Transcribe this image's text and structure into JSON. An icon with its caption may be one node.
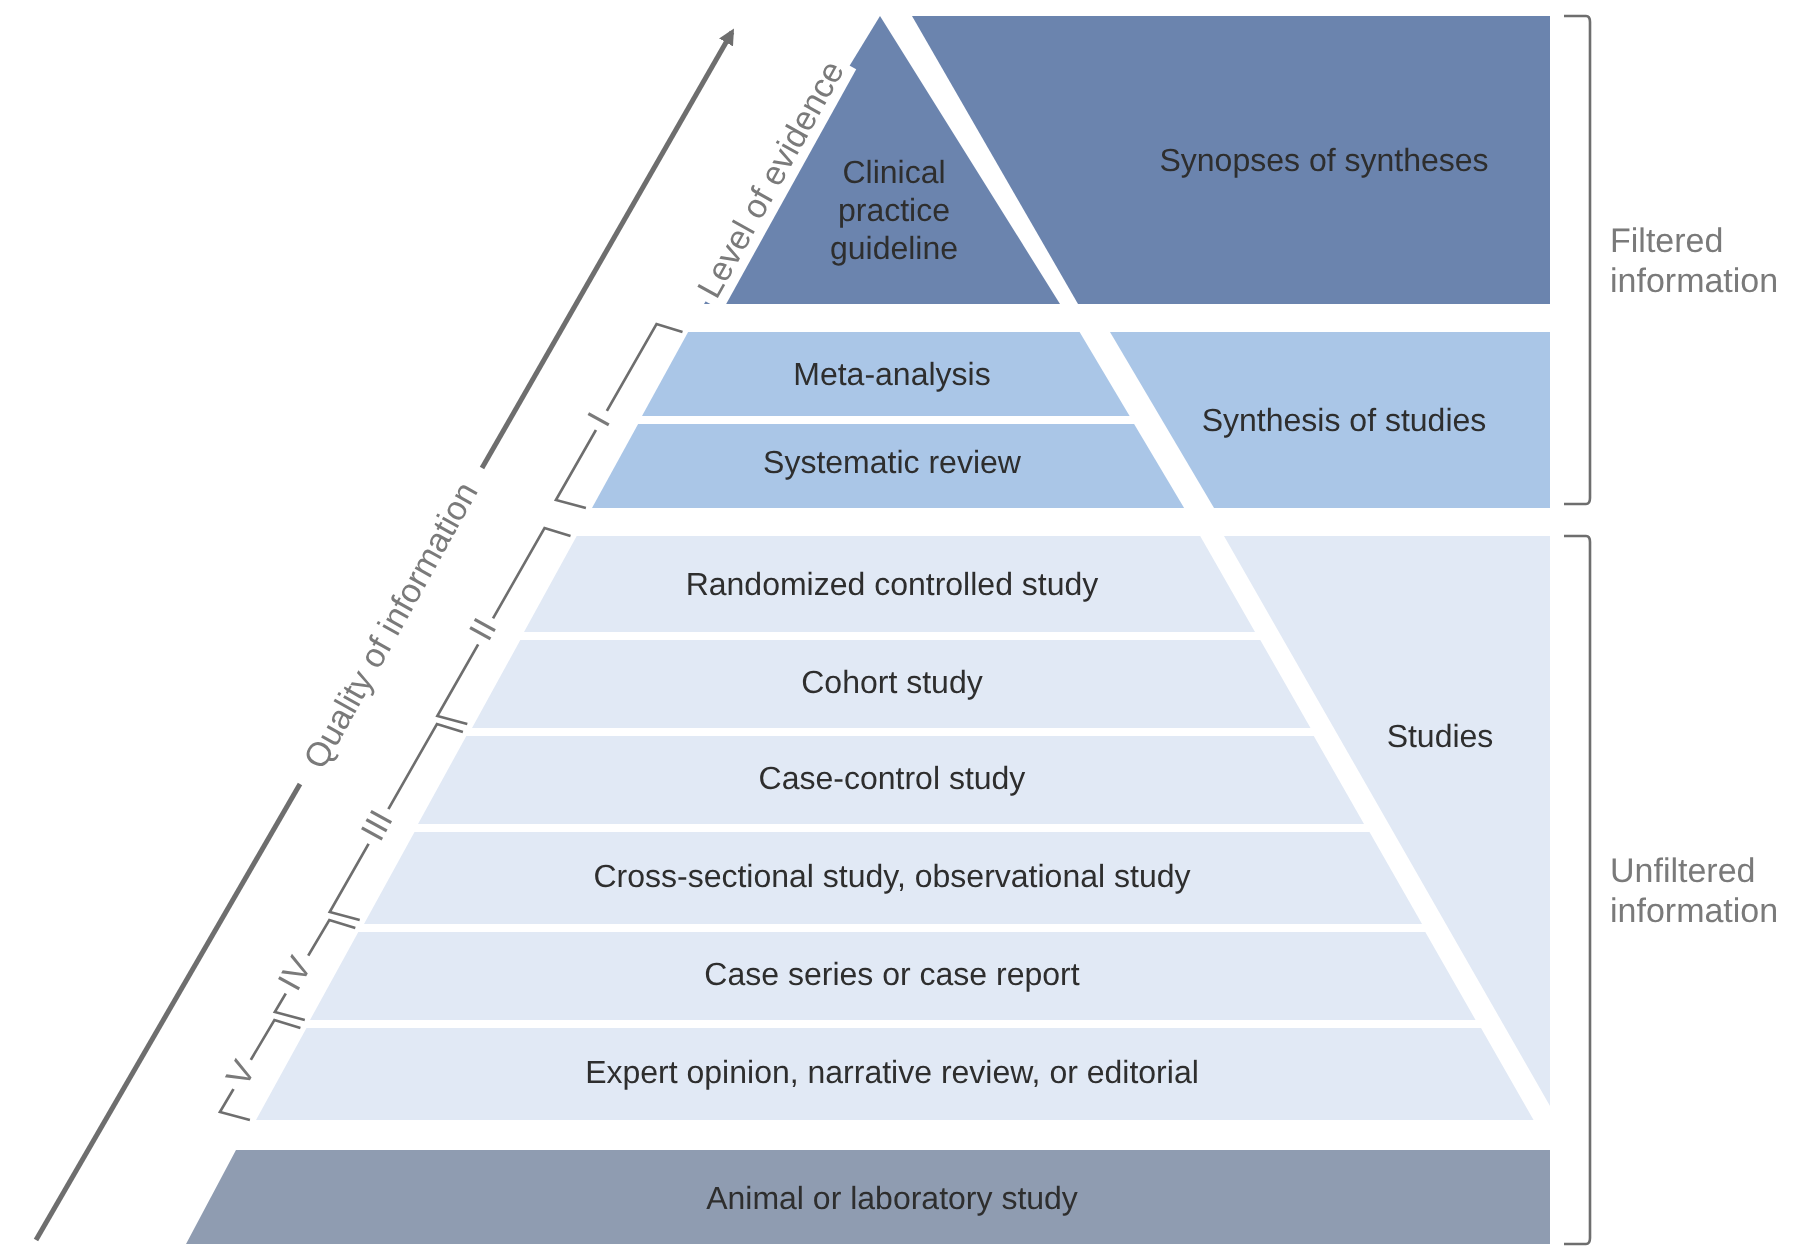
{
  "diagram": {
    "nodes": [
      {
        "text": [
          "Clinical practice guideline"
        ]
      },
      {
        "text": [
          "Synopses of syntheses"
        ]
      },
      {
        "text": [
          "Meta-analysis"
        ]
      },
      {
        "text": [
          "Systematic review"
        ]
      },
      {
        "text": [
          "Synthesis of studies"
        ]
      },
      {
        "text": [
          "Randomized controlled study"
        ]
      },
      {
        "text": [
          "Cohort study"
        ]
      },
      {
        "text": [
          "Case-control study"
        ]
      },
      {
        "text": [
          "Cross-sectional study, observational study"
        ]
      },
      {
        "text": [
          "Case series or case report"
        ]
      },
      {
        "text": [
          "Expert opinion, narrative review, or editorial"
        ]
      },
      {
        "text": [
          "Studies"
        ]
      },
      {
        "text": [
          "Animal or laboratory study"
        ]
      }
    ],
    "labels": [
      "Level of evidence",
      "Filtered information",
      "I",
      "Quality of information",
      "II",
      "III",
      "Unfiltered information",
      "IV",
      "V"
    ]
  }
}
